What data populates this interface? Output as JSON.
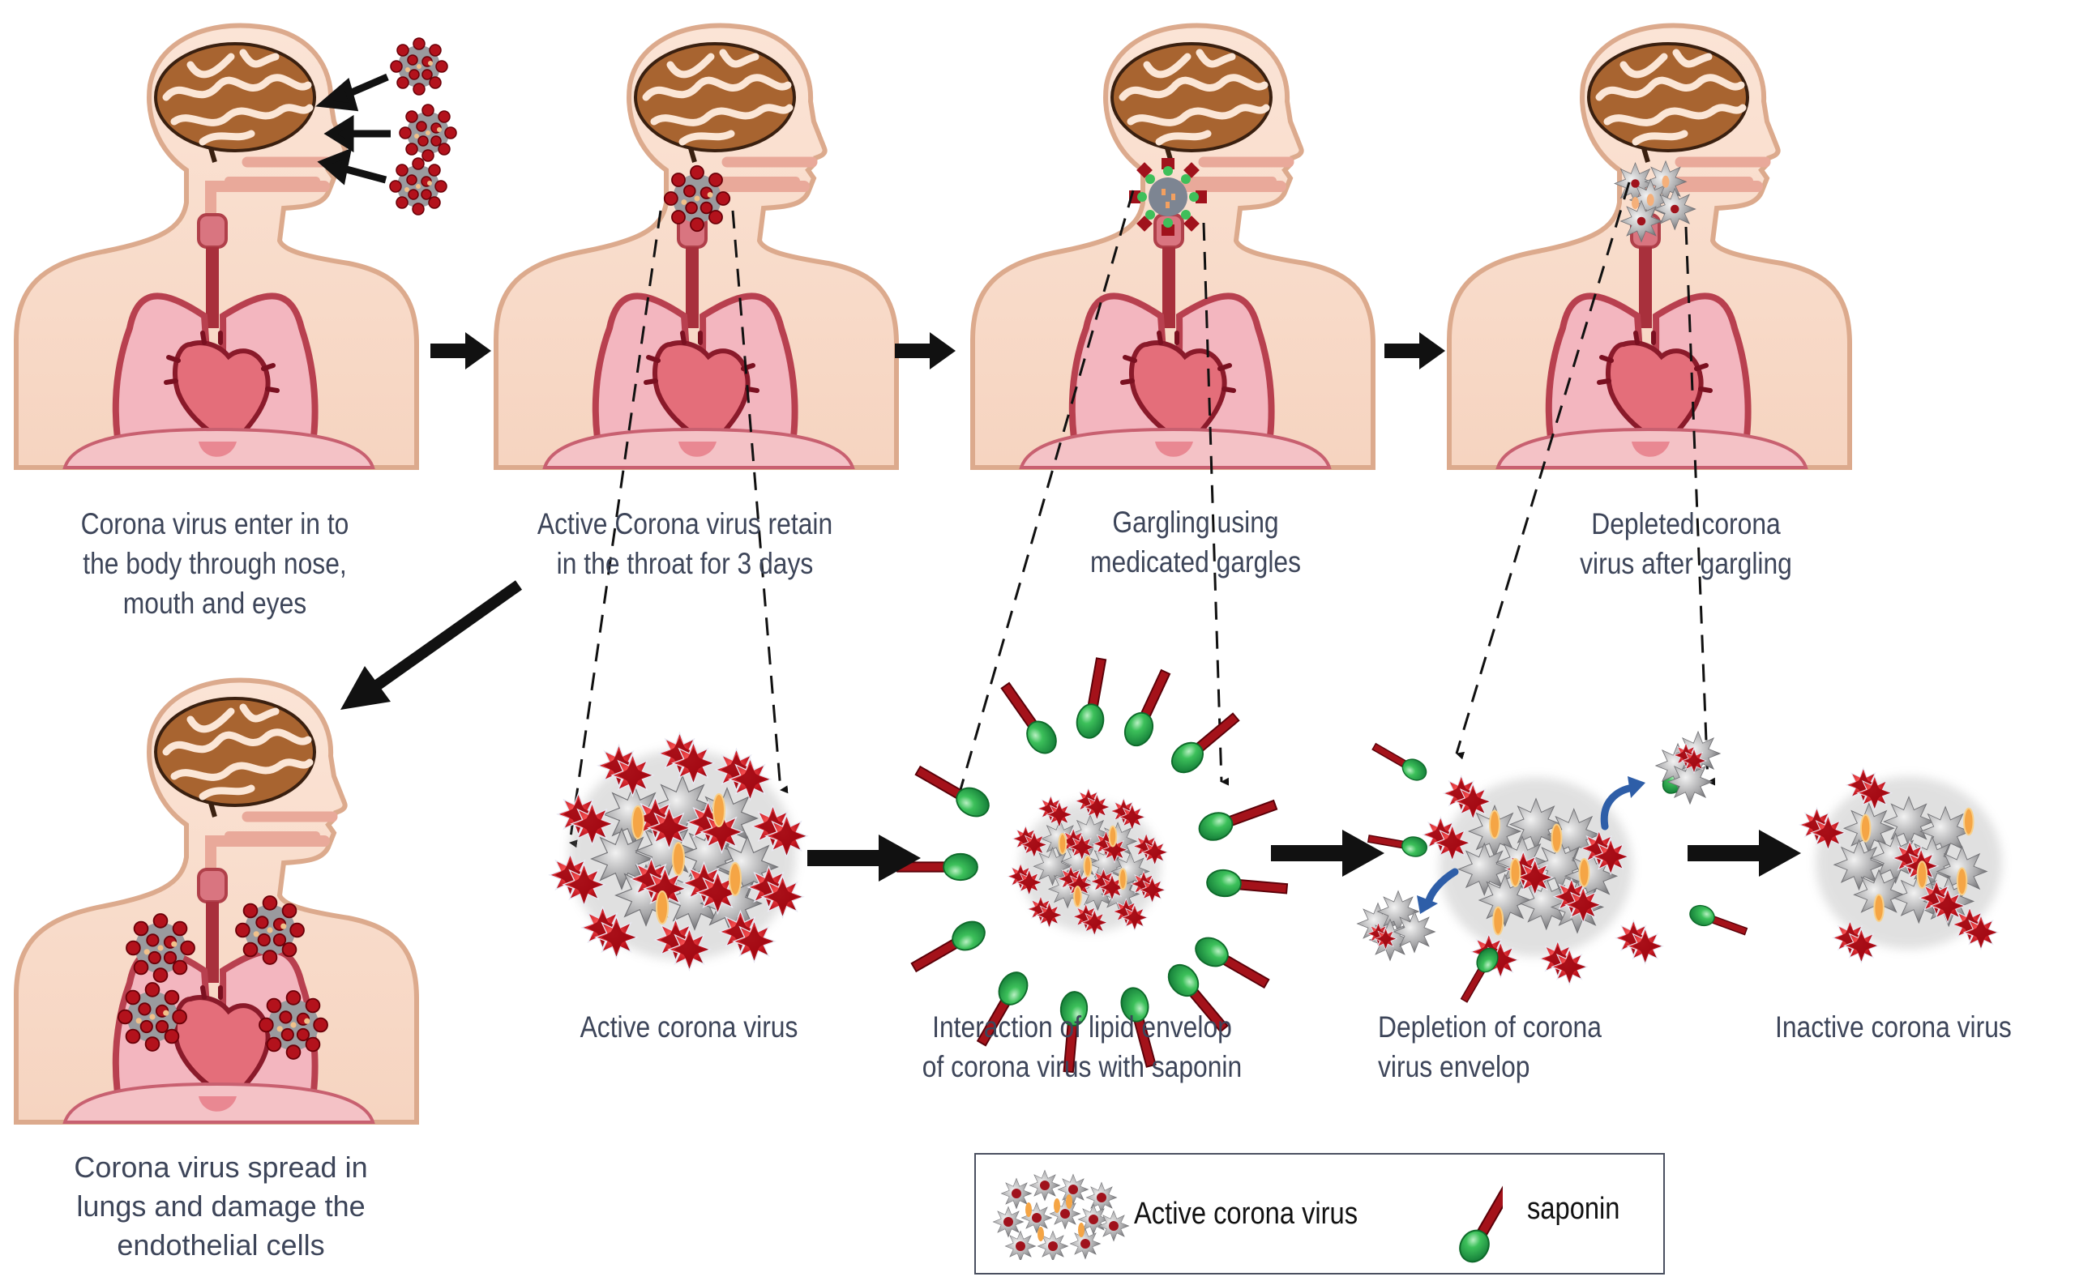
{
  "figure": {
    "title": "Mechanism of saponin-containing medicated gargles against corona virus",
    "colors": {
      "skin": "#f9dccb",
      "skin_outline": "#d9a488",
      "brain": "#9a5a2a",
      "lung": "#f2b3bb",
      "lung_outline": "#b8404f",
      "heart": "#e0707a",
      "trachea": "#b03a45",
      "virus_spike_red": "#c0121c",
      "virus_spike_gray": "#a6a6a8",
      "virus_core_orange": "#f5a545",
      "saponin_head": "#2fb24e",
      "saponin_tail": "#a4121a",
      "text": "#3d4559",
      "arrow": "#111111",
      "curved_arrow": "#2e5ea8"
    },
    "stages_top": [
      {
        "id": "entry",
        "caption_lines": [
          "Corona virus enter in to",
          "the body through nose,",
          "mouth and eyes"
        ]
      },
      {
        "id": "retain",
        "caption_lines": [
          "Active Corona virus retain",
          "in the throat for 3 days"
        ]
      },
      {
        "id": "gargle",
        "caption_lines": [
          "Gargling using",
          "medicated gargles"
        ]
      },
      {
        "id": "depleted",
        "caption_lines": [
          "Depleted corona",
          "virus after gargling"
        ]
      }
    ],
    "stage_spread": {
      "id": "spread",
      "caption_lines": [
        "Corona virus spread in",
        "lungs and damage the",
        "endothelial cells"
      ]
    },
    "stages_bottom": [
      {
        "id": "active",
        "caption_lines": [
          "Active corona virus"
        ]
      },
      {
        "id": "interaction",
        "caption_lines": [
          "Interaction of lipid envelop",
          "of corona virus with saponin"
        ]
      },
      {
        "id": "depletion",
        "caption_lines": [
          "Depletion of corona",
          "virus envelop"
        ]
      },
      {
        "id": "inactive",
        "caption_lines": [
          "Inactive corona virus"
        ]
      }
    ],
    "legend": {
      "items": [
        {
          "icon": "active-corona-virus-icon",
          "label": "Active corona virus"
        },
        {
          "icon": "saponin-icon",
          "label": "saponin"
        }
      ]
    }
  }
}
